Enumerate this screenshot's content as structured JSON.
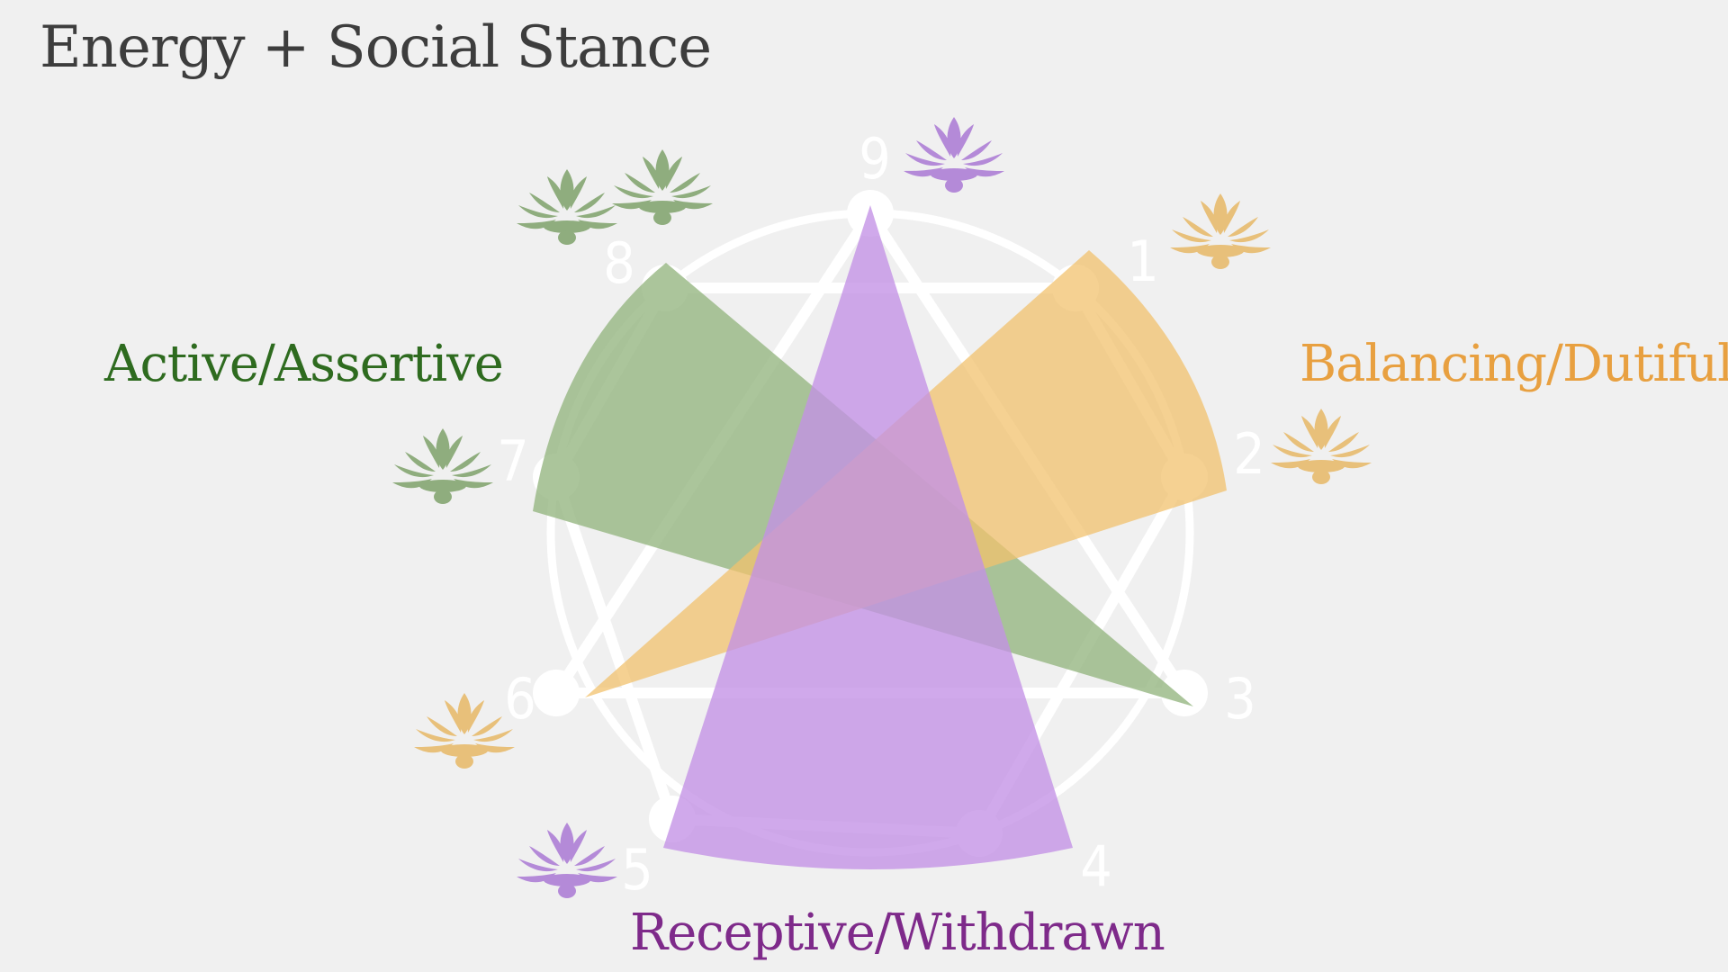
{
  "title": "Energy + Social Stance",
  "stances": {
    "active": {
      "label": "Active/Assertive",
      "color": "#2e6b1f",
      "wedge_color": "#94b57f",
      "types": [
        "7",
        "8",
        "3"
      ]
    },
    "balancing": {
      "label": "Balancing/Dutiful",
      "color": "#e8a040",
      "wedge_color": "#f2c26e",
      "types": [
        "1",
        "2",
        "6"
      ]
    },
    "receptive": {
      "label": "Receptive/Withdrawn",
      "color": "#7e2a8a",
      "wedge_color": "#c391e6",
      "types": [
        "9",
        "4",
        "5"
      ]
    }
  },
  "points": [
    "9",
    "1",
    "2",
    "3",
    "4",
    "5",
    "6",
    "7",
    "8"
  ],
  "lotus_icons": [
    {
      "name": "lotus-icon-9",
      "color": "#b48ad8"
    },
    {
      "name": "lotus-icon-1",
      "color": "#e8c07a"
    },
    {
      "name": "lotus-icon-2",
      "color": "#e8c07a"
    },
    {
      "name": "lotus-icon-8a",
      "color": "#8fad7e"
    },
    {
      "name": "lotus-icon-8b",
      "color": "#8fad7e"
    },
    {
      "name": "lotus-icon-7",
      "color": "#8fad7e"
    },
    {
      "name": "lotus-icon-6",
      "color": "#e8c07a"
    },
    {
      "name": "lotus-icon-5",
      "color": "#b48ad8"
    }
  ]
}
